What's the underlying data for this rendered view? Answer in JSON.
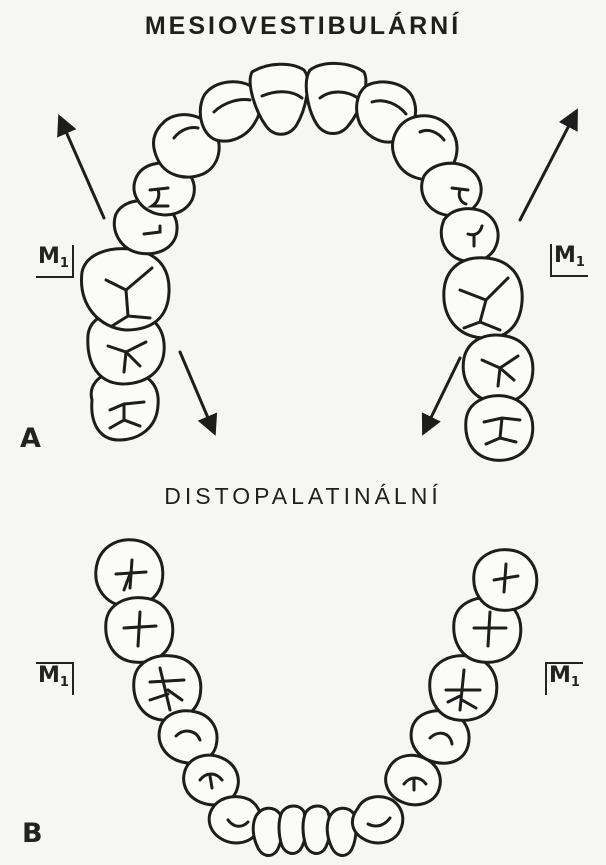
{
  "titles": {
    "top": "MESIOVESTIBULÁRNÍ",
    "bottom": "DISTOPALATINÁLNÍ"
  },
  "panels": {
    "a": "A",
    "b": "B"
  },
  "labels": {
    "upper_right": "M",
    "upper_left": "M",
    "lower_right": "M",
    "lower_left": "M",
    "subscript": "1"
  }
}
